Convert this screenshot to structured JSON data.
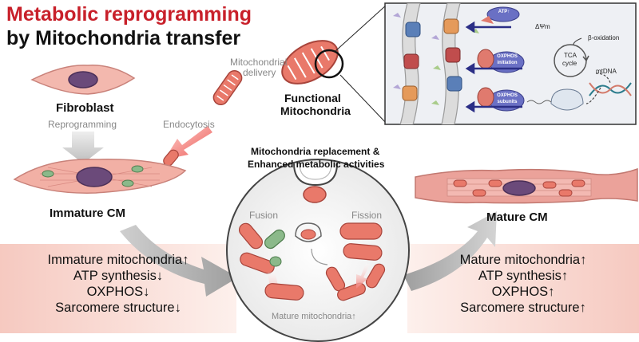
{
  "title": {
    "line1": "Metabolic reprogramming",
    "line2": "by Mitochondria transfer"
  },
  "labels": {
    "fibroblast": "Fibroblast",
    "reprogramming": "Reprogramming",
    "mitochondrial_delivery_1": "Mitochondrial",
    "mitochondrial_delivery_2": "delivery",
    "endocytosis": "Endocytosis",
    "functional_1": "Functional",
    "functional_2": "Mitochondria",
    "immature_cm": "Immature CM",
    "mature_cm": "Mature CM",
    "replacement_1": "Mitochondria replacement &",
    "replacement_2": "Enhanced metabolic activities",
    "fusion": "Fusion",
    "fission": "Fission",
    "mature_mito": "Mature mitochondria↑"
  },
  "inset": {
    "atp": "ATP↑",
    "dpsi": "ΔΨm",
    "oxphos_init_1": "OXPHOS",
    "oxphos_init_2": "initiation",
    "oxphos_sub_1": "OXPHOS",
    "oxphos_sub_2": "subunits",
    "tca_1": "TCA",
    "tca_2": "cycle",
    "beta_ox": "β-oxidation",
    "mtdna": "mtDNA"
  },
  "left_panel": [
    "Immature mitochondria↑",
    "ATP synthesis↓",
    "OXPHOS↓",
    "Sarcomere structure↓"
  ],
  "right_panel": [
    "Mature mitochondria↑",
    "ATP synthesis↑",
    "OXPHOS↑",
    "Sarcomere structure↑"
  ],
  "colors": {
    "title_red": "#c8202a",
    "mito_fill": "#e9796a",
    "cell_pink": "#f2b6ad",
    "nucleus": "#6b4a7a",
    "arrow_navy": "#2b2e86"
  }
}
